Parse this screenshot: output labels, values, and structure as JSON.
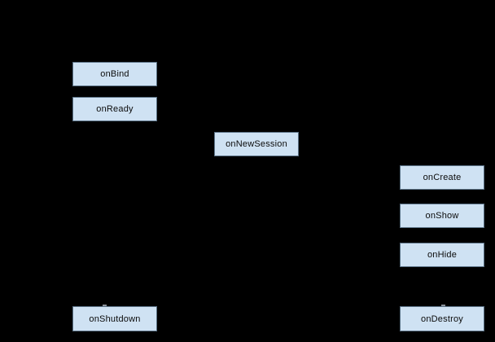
{
  "theme": {
    "background": "#000000",
    "node_fill": "#cfe2f3",
    "node_border": "#5b7286",
    "text_color": "#0b0b0b",
    "artifact_color": "#8a9099"
  },
  "diagram": {
    "type": "lifecycle-flowchart",
    "nodes": [
      {
        "id": "onBind",
        "label": "onBind"
      },
      {
        "id": "onReady",
        "label": "onReady"
      },
      {
        "id": "onNewSession",
        "label": "onNewSession"
      },
      {
        "id": "onCreate",
        "label": "onCreate"
      },
      {
        "id": "onShow",
        "label": "onShow"
      },
      {
        "id": "onHide",
        "label": "onHide"
      },
      {
        "id": "onShutdown",
        "label": "onShutdown"
      },
      {
        "id": "onDestroy",
        "label": "onDestroy"
      }
    ]
  }
}
